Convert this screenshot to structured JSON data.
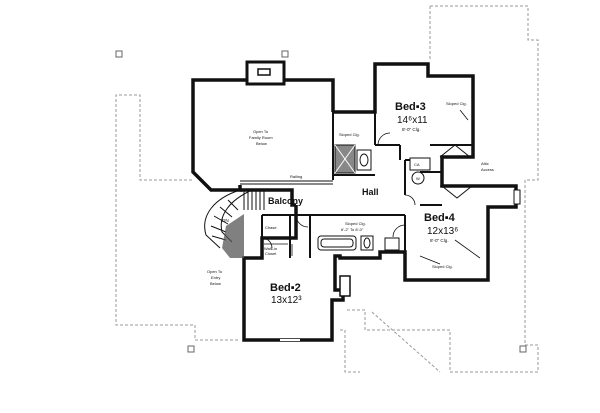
{
  "plan": {
    "rooms": {
      "bed3": {
        "name": "Bed▪3",
        "dims": "14⁶x11",
        "clg": "8'-0\" Clg.",
        "sloped": "Sloped Clg."
      },
      "bed4": {
        "name": "Bed▪4",
        "dims": "12x13⁶",
        "clg": "8'-0\" Clg.",
        "sloped": "Sloped Clg."
      },
      "bed2": {
        "name": "Bed▪2",
        "dims": "13x12³"
      },
      "hall": "Hall",
      "balcony": "Balcony",
      "family_open": [
        "Open To",
        "Family Room",
        "Below"
      ],
      "entry_open": [
        "Open To",
        "Entry",
        "Below"
      ],
      "bath_top_sloped": "Sloped Clg.",
      "bath_mid_sloped": [
        "Sloped Clg.",
        "6'-2\" To 8'-0\""
      ],
      "railing": "Railing",
      "attic": [
        "Attic",
        "Access"
      ],
      "ca": "CA",
      "w": "W",
      "chase": "Chase",
      "walkin": [
        "Walk-in",
        "Closet"
      ],
      "dn": "DN"
    }
  },
  "colors": {
    "ink": "#111111",
    "outline": "#b0b0b0",
    "paper": "#ffffff"
  }
}
